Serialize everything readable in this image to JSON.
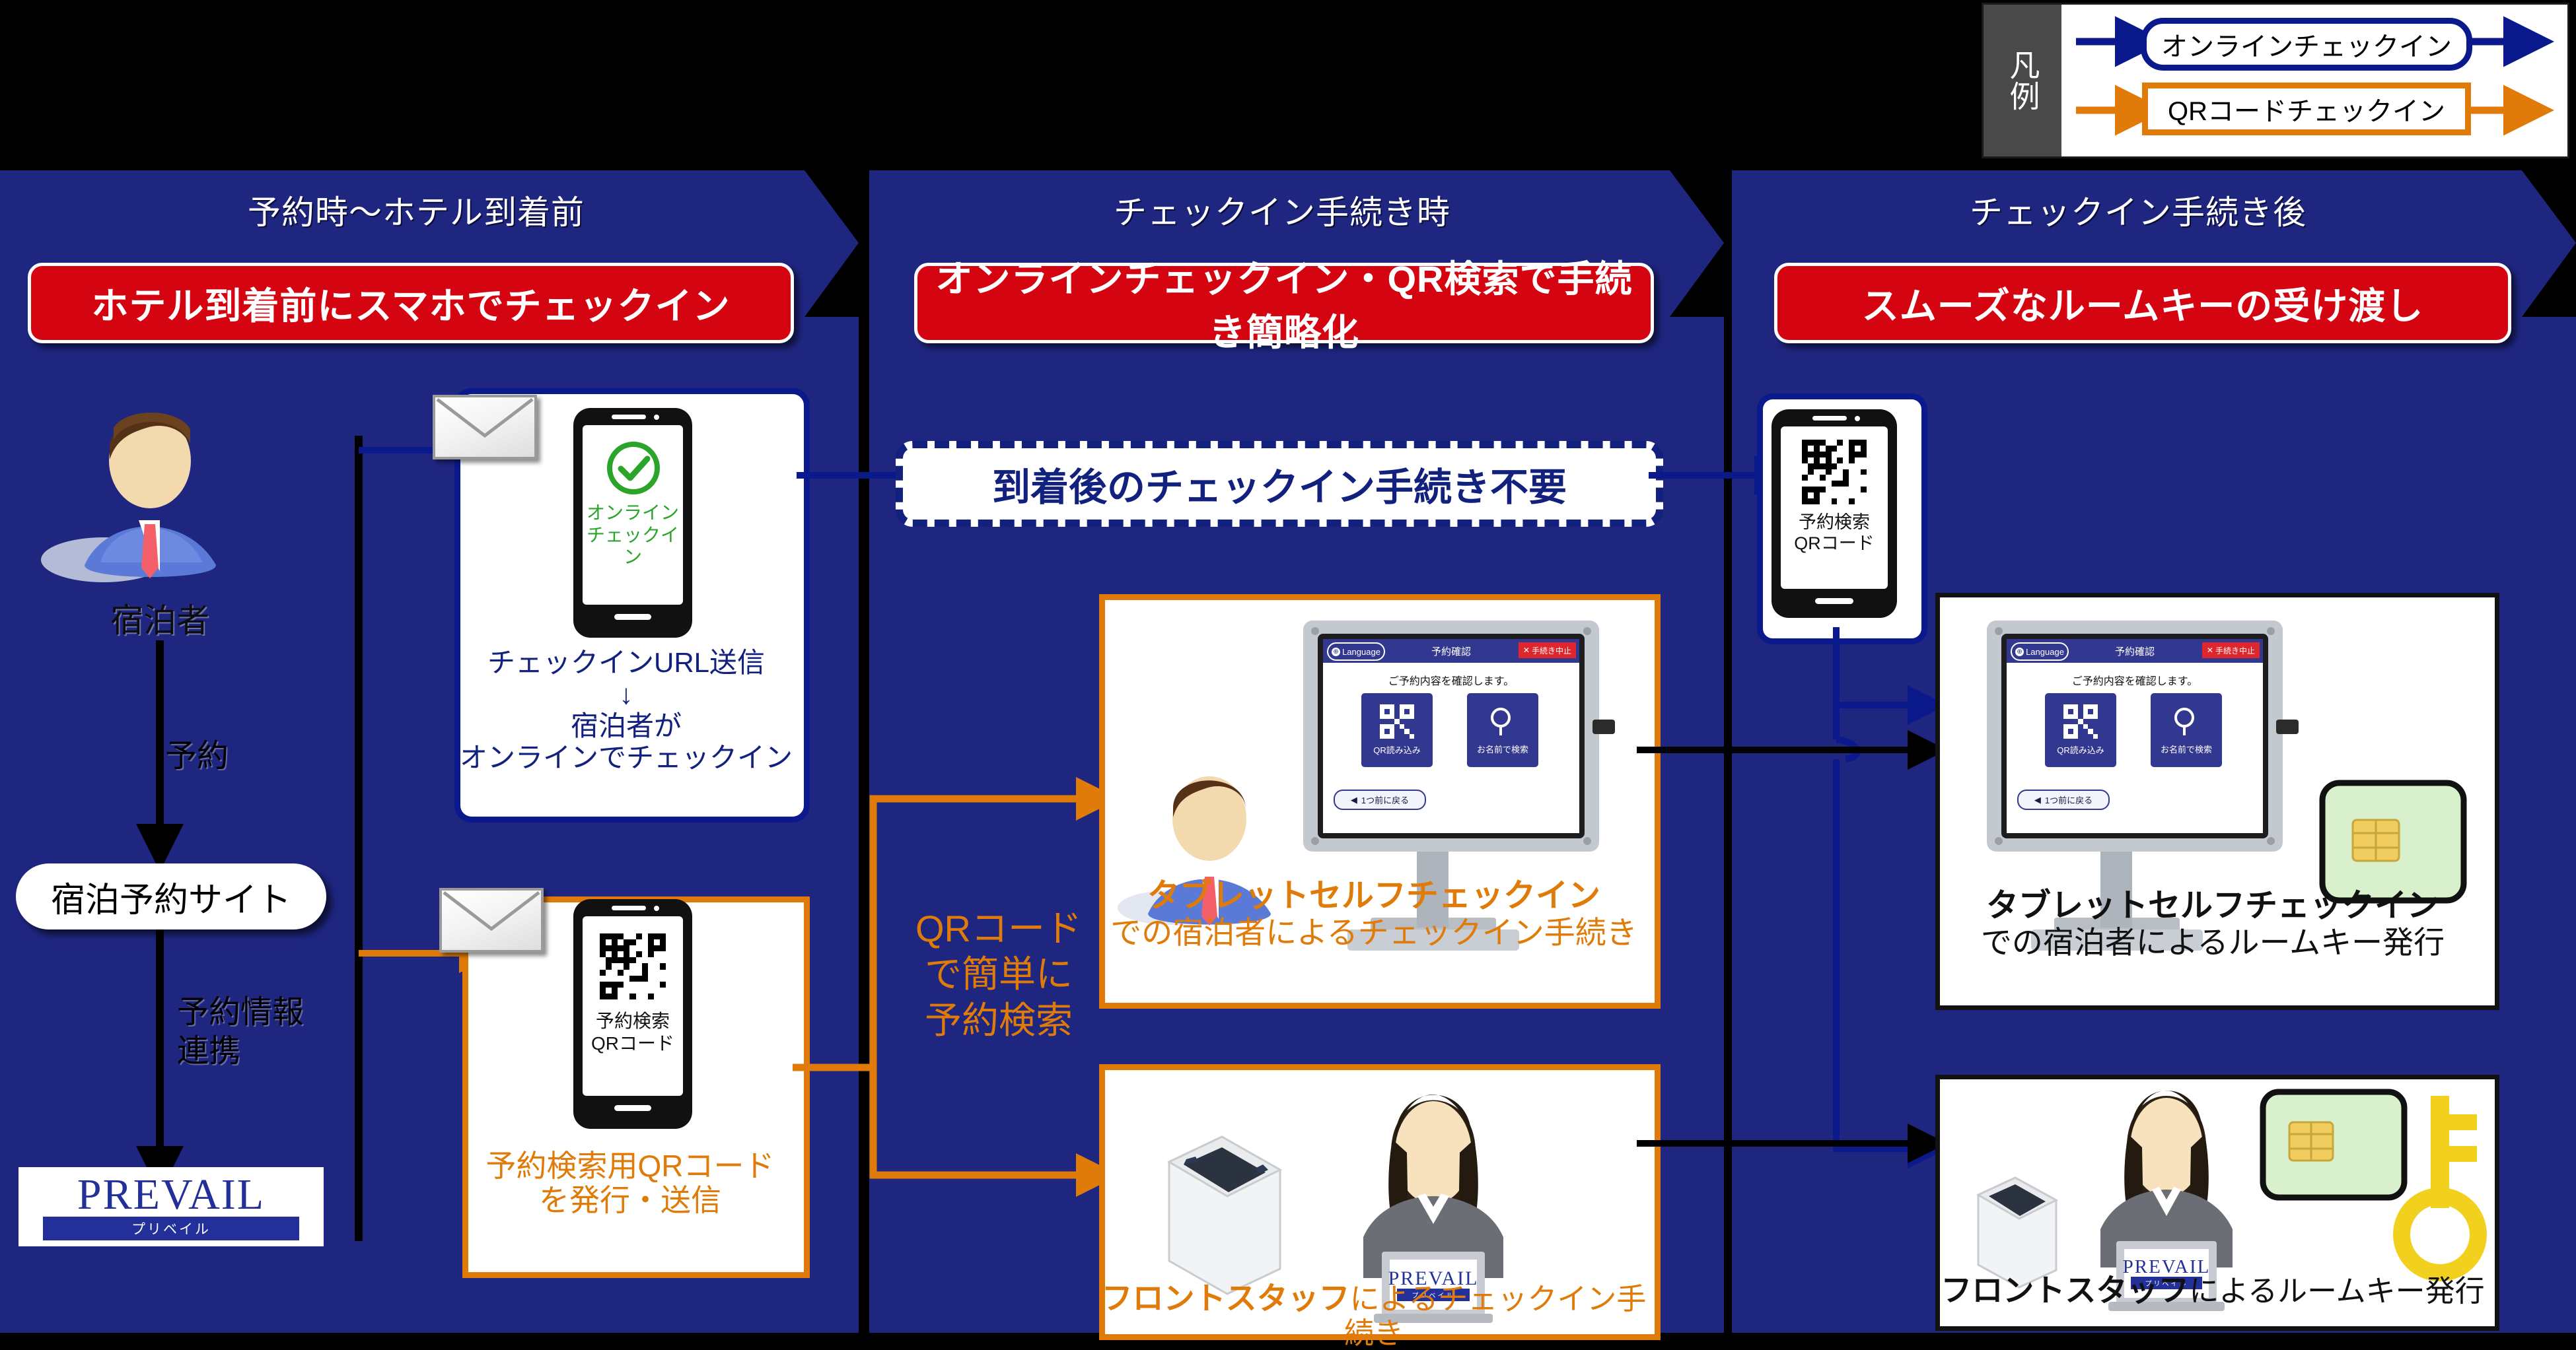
{
  "legend": {
    "label": "凡例",
    "items": [
      {
        "name": "オンラインチェックイン",
        "color": "#0a1a8c",
        "shape": "rounded"
      },
      {
        "name": "QRコードチェックイン",
        "color": "#e07b09",
        "shape": "rect"
      }
    ]
  },
  "colors": {
    "panel_blue": "#1f2680",
    "line_blue": "#0a1a8c",
    "line_orange": "#e07b09",
    "red_banner": "#d40511",
    "green_check": "#2aa52a",
    "key_card_green": "#d8f0cc",
    "key_gold": "#f2d01e",
    "prevail_blue": "#23309a"
  },
  "phases": [
    {
      "title": "予約時～ホテル到着前",
      "banner": "ホテル到着前にスマホでチェックイン"
    },
    {
      "title": "チェックイン手続き時",
      "banner": "オンラインチェックイン・QR検索で手続き簡略化"
    },
    {
      "title": "チェックイン手続き後",
      "banner": "スムーズなルームキーの受け渡し"
    }
  ],
  "col1": {
    "guest_label": "宿泊者",
    "arrow_booking": "予約",
    "booking_site": "宿泊予約サイト",
    "arrow_info": "予約情報\n連携",
    "prevail_name": "PREVAIL",
    "prevail_sub": "プリベイル",
    "card_online": {
      "phone_caption_line1": "オンライン",
      "phone_caption_line2": "チェックイン",
      "caption_line1": "チェックインURL送信",
      "caption_line2": "↓",
      "caption_line3": "宿泊者が",
      "caption_line4": "オンラインでチェックイン"
    },
    "card_qr": {
      "phone_caption_line1": "予約検索",
      "phone_caption_line2": "QRコード",
      "caption_line1": "予約検索用QRコード",
      "caption_line2": "を発行・送信"
    }
  },
  "col2": {
    "no_checkin_banner": "到着後のチェックイン手続き不要",
    "qr_note_line1": "QRコード",
    "qr_note_line2": "で簡単に",
    "qr_note_line3": "予約検索",
    "card_tablet": {
      "caption_bold": "タブレットセルフチェックイン",
      "caption_rest": "での宿泊者によるチェックイン手続き"
    },
    "card_front": {
      "caption_bold": "フロントスタッフ",
      "caption_rest": "によるチェックイン手続き"
    }
  },
  "col3": {
    "phone_caption_line1": "予約検索",
    "phone_caption_line2": "QRコード",
    "card_tablet": {
      "caption_bold": "タブレットセルフチェックイン",
      "caption_rest": "での宿泊者によるルームキー発行"
    },
    "card_front": {
      "caption_bold": "フロントスタッフ",
      "caption_rest": "によるルームキー発行"
    }
  },
  "kiosk_screen": {
    "language_button": "Language",
    "title": "予約確認",
    "cancel_button": "手続き中止",
    "instruction": "ご予約内容を確認します。",
    "option_qr": "QR読み込み",
    "option_name": "お名前で検索",
    "back_button": "1つ前に戻る"
  },
  "laptop_logo": {
    "name": "PREVAIL",
    "sub": "プリベイル"
  }
}
